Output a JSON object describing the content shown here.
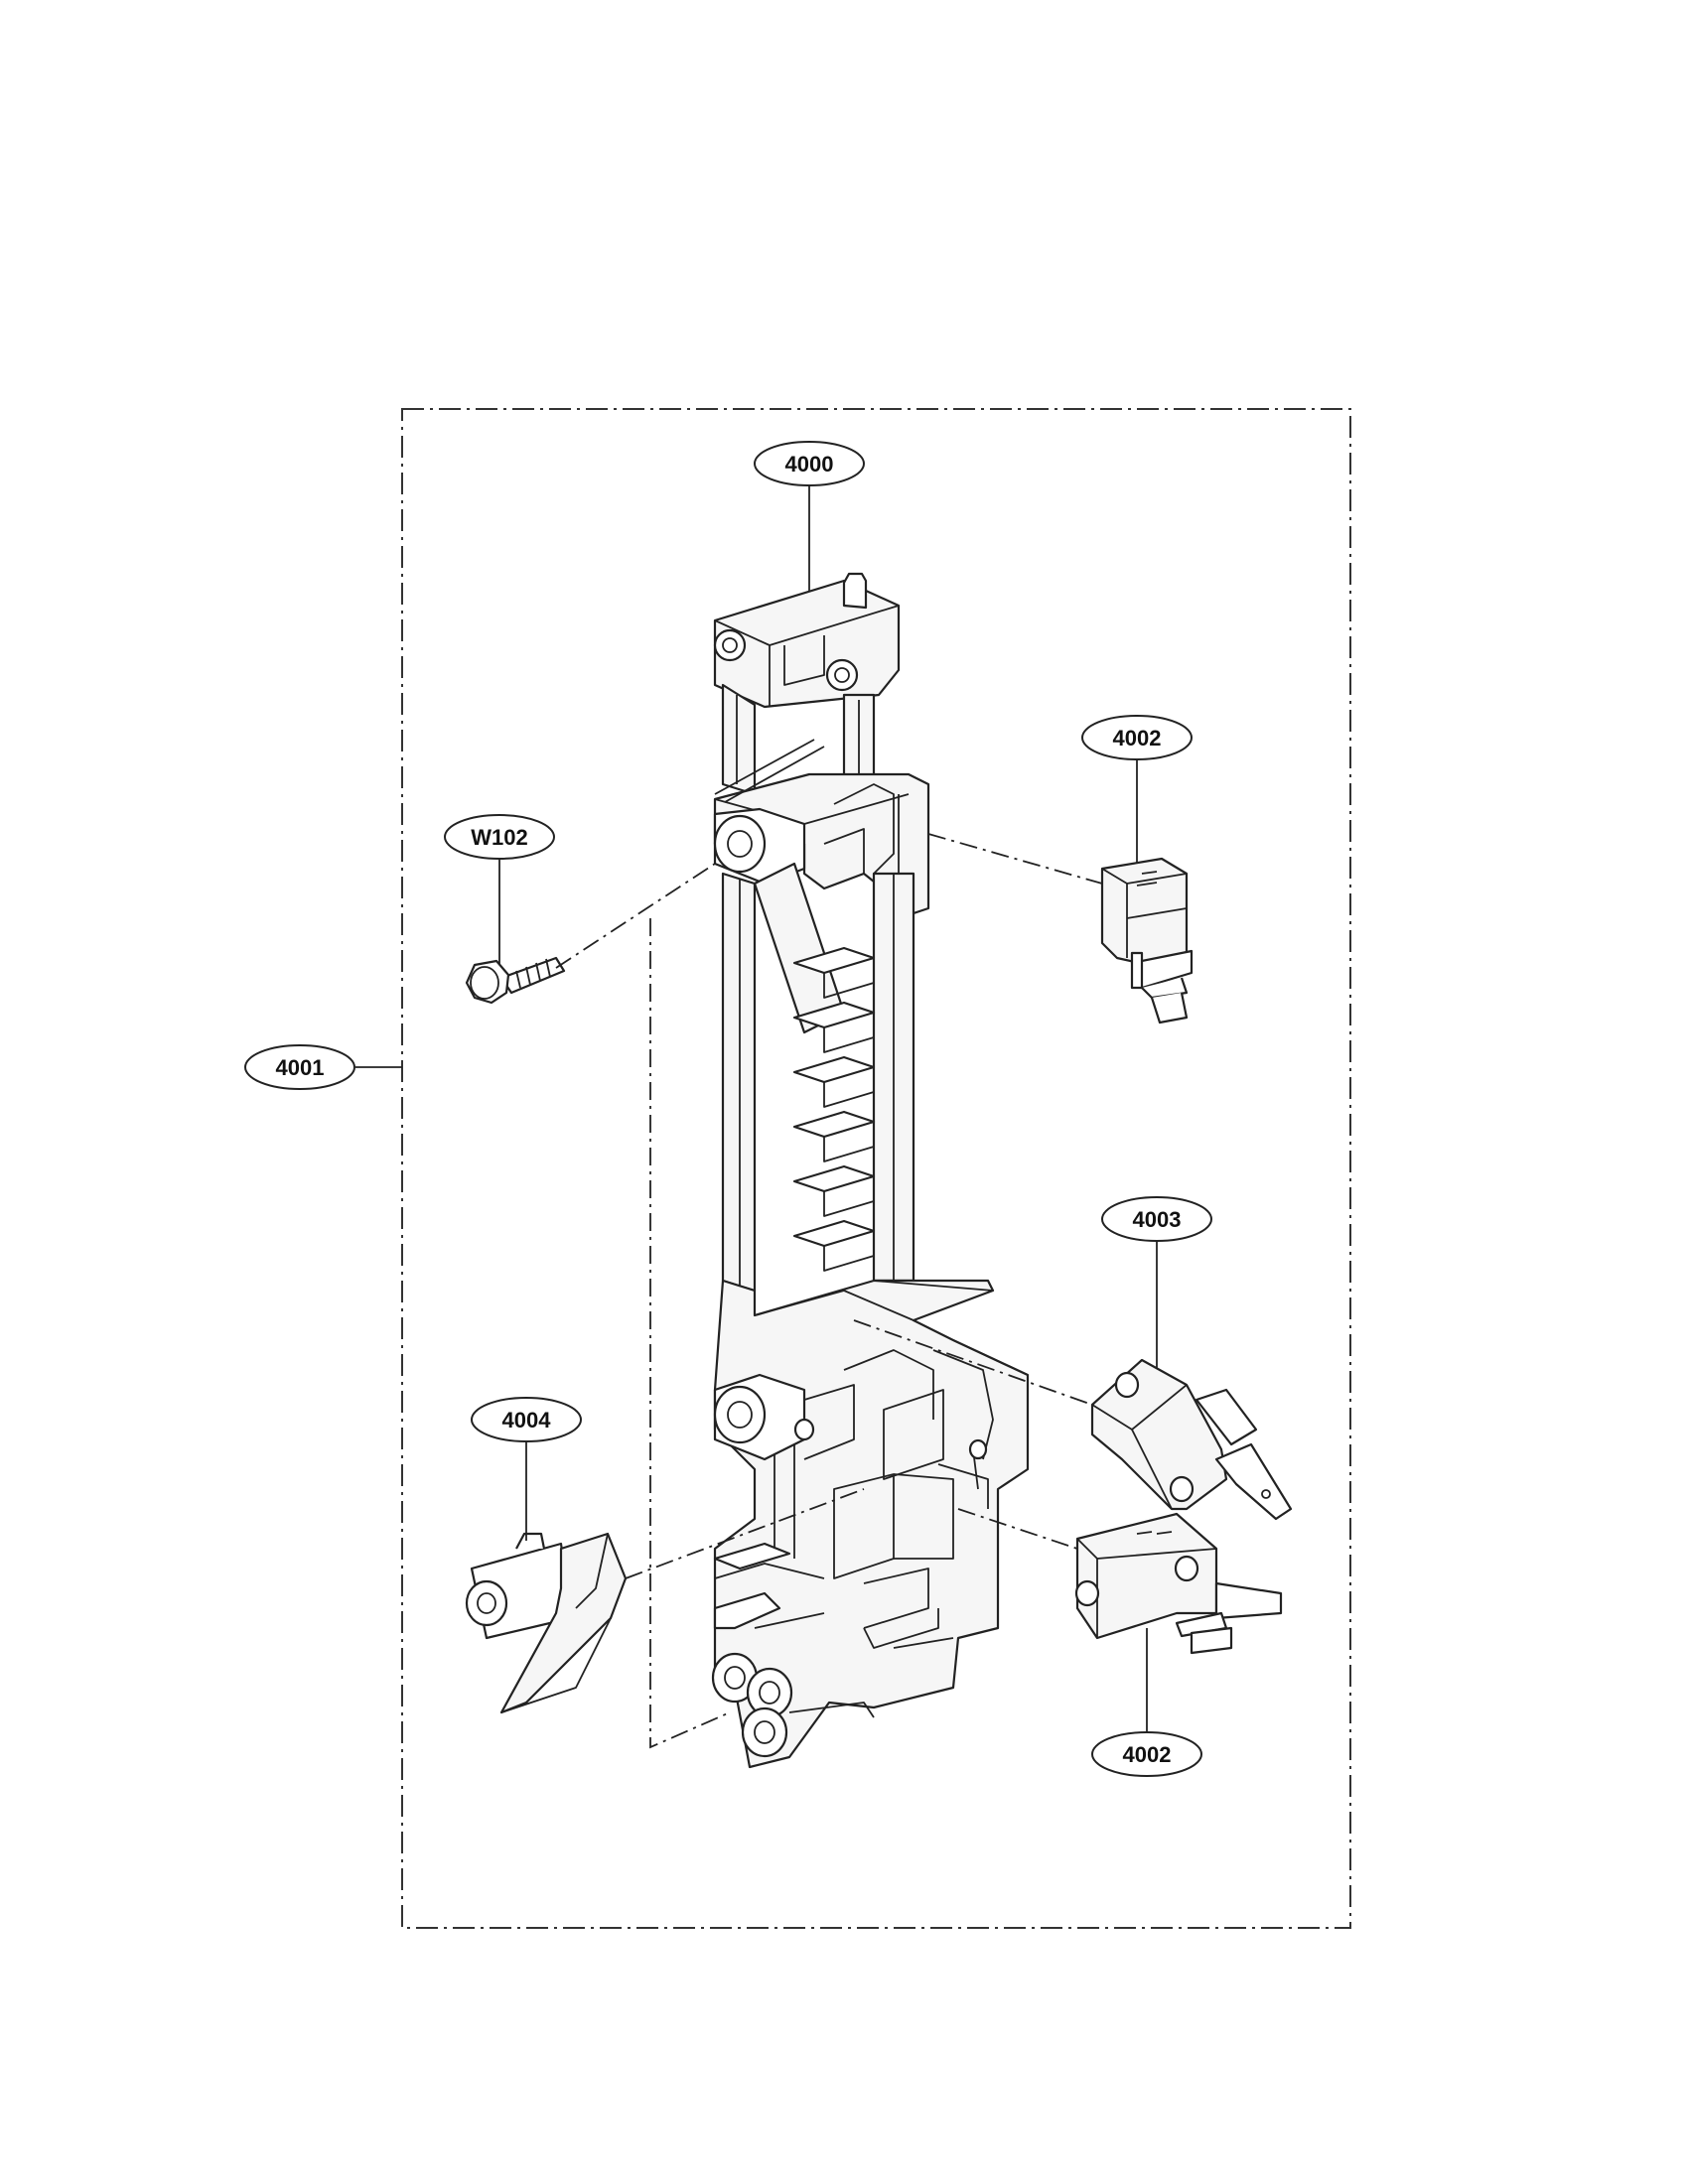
{
  "labels": {
    "lever_holder": "4000",
    "assembly": "4001",
    "switch_top": "4002",
    "switch_middle": "4003",
    "switch_bottom": "4002",
    "latch_lever": "4004",
    "screw": "W102"
  }
}
